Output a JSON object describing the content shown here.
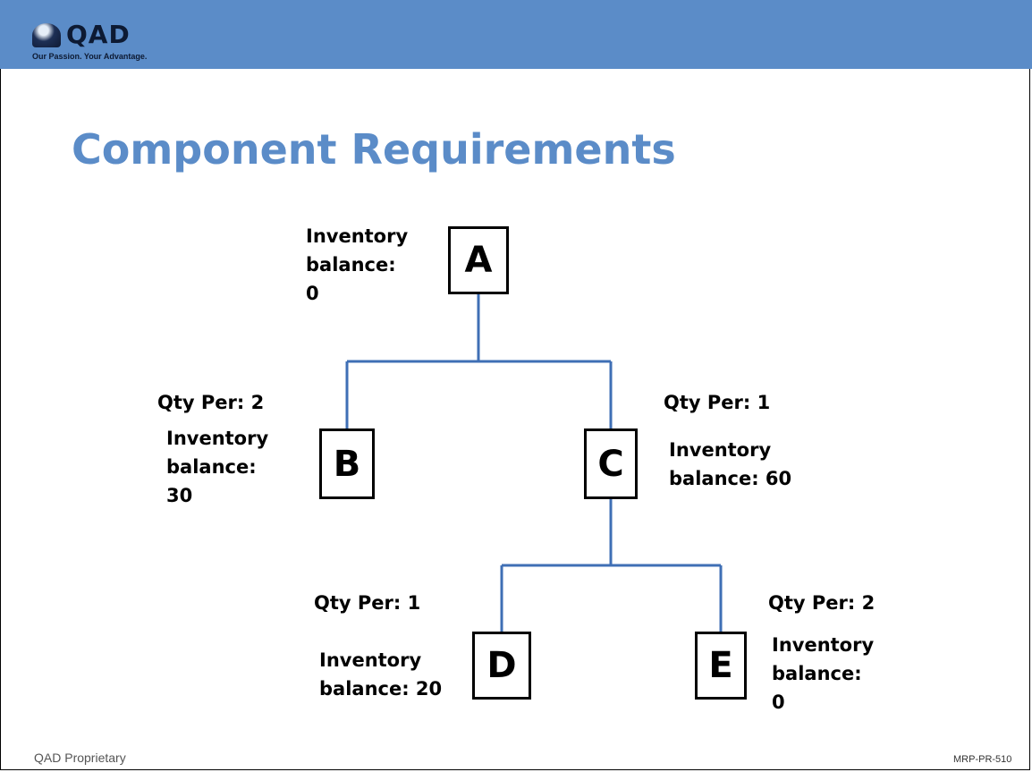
{
  "brand": {
    "name": "QAD",
    "tagline": "Our Passion. Your Advantage."
  },
  "title": "Component Requirements",
  "nodes": {
    "A": {
      "label": "A",
      "inventory": "Inventory\nbalance:\n0"
    },
    "B": {
      "label": "B",
      "qty": "Qty Per: 2",
      "inventory": "Inventory\nbalance:\n30"
    },
    "C": {
      "label": "C",
      "qty": "Qty Per: 1",
      "inventory": "Inventory\nbalance: 60"
    },
    "D": {
      "label": "D",
      "qty": "Qty Per: 1",
      "inventory": "Inventory\nbalance: 20"
    },
    "E": {
      "label": "E",
      "qty": "Qty Per: 2",
      "inventory": "Inventory\nbalance:\n0"
    }
  },
  "edges": [
    {
      "from": "A",
      "to": "B"
    },
    {
      "from": "A",
      "to": "C"
    },
    {
      "from": "C",
      "to": "D"
    },
    {
      "from": "C",
      "to": "E"
    }
  ],
  "colors": {
    "header": "#5b8cc8",
    "title": "#5b8cc8",
    "connector": "#3f6fb5"
  },
  "footer": {
    "left": "QAD Proprietary",
    "right": "MRP-PR-510"
  }
}
